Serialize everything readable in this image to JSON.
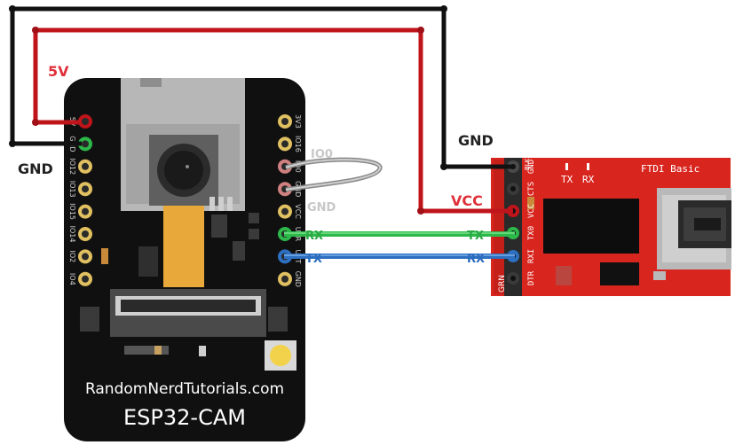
{
  "wire_labels": {
    "five_v": "5V",
    "gnd_left": "GND",
    "gnd_top": "GND",
    "vcc": "VCC",
    "io0": "IO0",
    "gnd_loop": "GND",
    "rx_esp": "RX",
    "tx_esp": "TX",
    "tx_ftdi": "TX",
    "rx_ftdi": "RX"
  },
  "esp32": {
    "site_text": "RandomNerdTutorials.com",
    "board_name": "ESP32-CAM",
    "left_pins": [
      "5V",
      "GND",
      "IO12",
      "IO13",
      "IO15",
      "IO14",
      "IO2",
      "IO4"
    ],
    "right_pins": [
      "3V3",
      "IO16",
      "IO0",
      "GND",
      "VCC",
      "U0R",
      "U0T",
      "GND"
    ]
  },
  "ftdi": {
    "title": "FTDI Basic",
    "led_tx": "TX",
    "led_rx": "RX",
    "pins": [
      "GND",
      "CTS",
      "VCC",
      "TX0",
      "RXI",
      "DTR"
    ],
    "side_top": "BLK",
    "side_bottom": "GRN"
  },
  "colors": {
    "wire_black": "#111111",
    "wire_red": "#c0141b",
    "wire_green": "#2db84a",
    "wire_blue": "#2d6fc0",
    "wire_gray": "#9a9a9a",
    "label_red": "#e0303a",
    "label_green": "#2aa845",
    "label_blue": "#2a6cc0",
    "ftdi_red": "#d8261f",
    "board_black": "#101010"
  }
}
